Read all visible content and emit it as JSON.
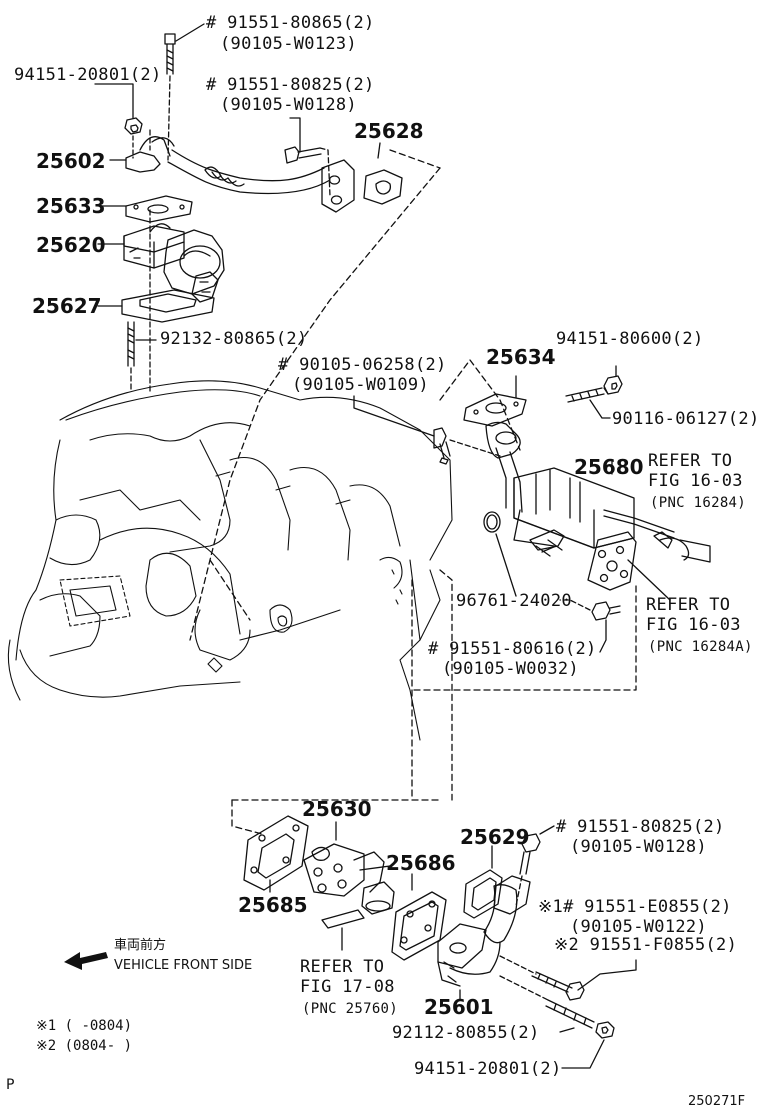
{
  "labels": {
    "p_91551_80865": "# 91551-80865(2)",
    "p_90105_W0123": "(90105-W0123)",
    "p_94151_20801_top": "94151-20801(2)",
    "p_91551_80825_top": "# 91551-80825(2)",
    "p_90105_W0128_top": "(90105-W0128)",
    "p_25628": "25628",
    "p_25602": "25602",
    "p_25633": "25633",
    "p_25620": "25620",
    "p_25627": "25627",
    "p_92132_80865": "92132-80865(2)",
    "p_90105_06258": "# 90105-06258(2)",
    "p_90105_W0109": "(90105-W0109)",
    "p_25634": "25634",
    "p_94151_80600": "94151-80600(2)",
    "p_90116_06127": "90116-06127(2)",
    "p_25680": "25680",
    "refer1_a": "REFER TO",
    "refer1_b": "FIG 16-03",
    "refer1_c": "(PNC 16284)",
    "refer2_a": "REFER TO",
    "refer2_b": "FIG 16-03",
    "refer2_c": "(PNC 16284A)",
    "p_96761_24020": "96761-24020",
    "p_91551_80616": "# 91551-80616(2)",
    "p_90105_W0032": "(90105-W0032)",
    "p_25630": "25630",
    "p_25685": "25685",
    "p_25686": "25686",
    "p_25629": "25629",
    "p_91551_80825_bot": "# 91551-80825(2)",
    "p_90105_W0128_bot": "(90105-W0128)",
    "p_91551_E0855": "※1# 91551-E0855(2)",
    "p_90105_W0122": "(90105-W0122)",
    "p_91551_F0855": "※2 91551-F0855(2)",
    "refer3_a": "REFER TO",
    "refer3_b": "FIG 17-08",
    "refer3_c": "(PNC 25760)",
    "p_25601": "25601",
    "p_92112_80855": "92112-80855(2)",
    "p_94151_20801_bot": "94151-20801(2)"
  },
  "legend": {
    "front_jp": "車両前方",
    "front_en": "VEHICLE FRONT SIDE",
    "note1": "※1 (      -0804)",
    "note2": "※2 (0804-      )",
    "page_letter": "P",
    "figure_id": "250271F"
  }
}
